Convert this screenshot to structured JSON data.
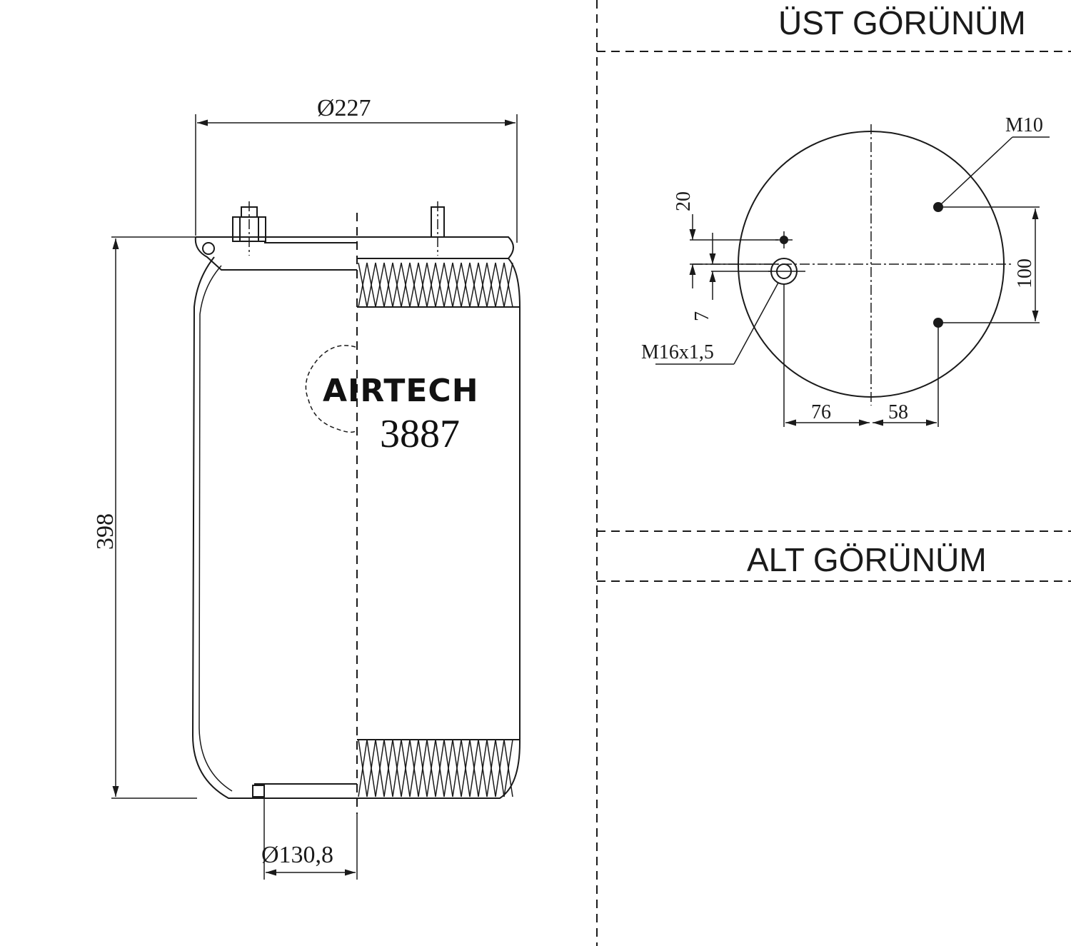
{
  "side_view": {
    "diameter_top": "Ø227",
    "height": "398",
    "diameter_bottom": "Ø130,8",
    "brand": "AIRTECH",
    "model": "3887"
  },
  "top_view": {
    "title": "ÜST GÖRÜNÜM",
    "thread_small": "M10",
    "thread_large": "M16x1,5",
    "dim_20": "20",
    "dim_7": "7",
    "dim_100": "100",
    "dim_76": "76",
    "dim_58": "58"
  },
  "bottom_view": {
    "title": "ALT GÖRÜNÜM"
  }
}
